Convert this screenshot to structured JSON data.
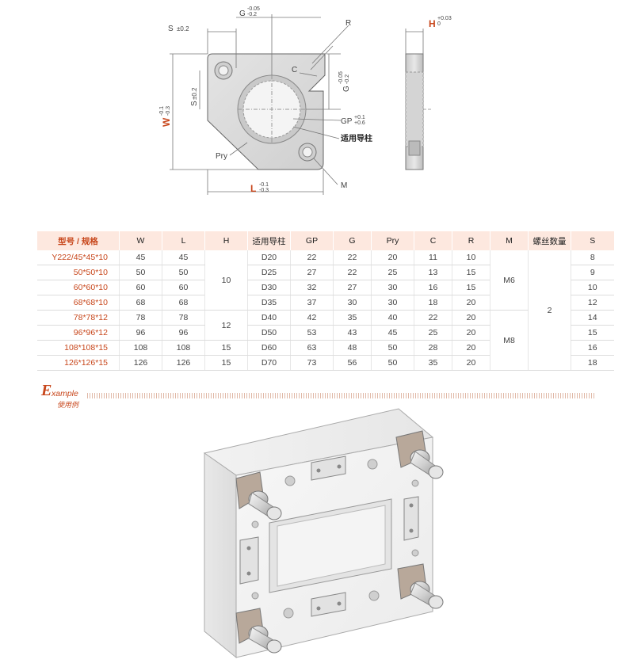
{
  "drawing": {
    "dims": {
      "s_top": "S",
      "s_top_tol": "±0.2",
      "g_top": "G",
      "g_tol_upper": "-0.05",
      "g_tol_lower": "-0.2",
      "r_label": "R",
      "c_label": "C",
      "g_side": "G",
      "g_side_tol_upper": "-0.05",
      "g_side_tol_lower": "-0.2",
      "s_side": "S",
      "s_side_tol": "±0.2",
      "w_label": "W",
      "w_tol_upper": "-0.1",
      "w_tol_lower": "-0.3",
      "gp_label": "GP",
      "gp_tol_upper": "+0.1",
      "gp_tol_lower": "+0.6",
      "guide_pillar": "适用导柱",
      "pry_label": "Pry",
      "m_label": "M",
      "l_label": "L",
      "l_tol_upper": "-0.1",
      "l_tol_lower": "-0.3",
      "h_label": "H",
      "h_tol_upper": "+0.03",
      "h_tol_lower": "0"
    }
  },
  "table": {
    "headers": [
      "型号 / 规格",
      "W",
      "L",
      "H",
      "适用导柱",
      "GP",
      "G",
      "Pry",
      "C",
      "R",
      "M",
      "螺丝数量",
      "S"
    ],
    "rows": [
      {
        "model": "Y222/45*45*10",
        "W": "45",
        "L": "45",
        "pillar": "D20",
        "GP": "22",
        "G": "22",
        "Pry": "20",
        "C": "11",
        "R": "10",
        "S": "8"
      },
      {
        "model": "50*50*10",
        "W": "50",
        "L": "50",
        "pillar": "D25",
        "GP": "27",
        "G": "22",
        "Pry": "25",
        "C": "13",
        "R": "15",
        "S": "9"
      },
      {
        "model": "60*60*10",
        "W": "60",
        "L": "60",
        "pillar": "D30",
        "GP": "32",
        "G": "27",
        "Pry": "30",
        "C": "16",
        "R": "15",
        "S": "10"
      },
      {
        "model": "68*68*10",
        "W": "68",
        "L": "68",
        "pillar": "D35",
        "GP": "37",
        "G": "30",
        "Pry": "30",
        "C": "18",
        "R": "20",
        "S": "12"
      },
      {
        "model": "78*78*12",
        "W": "78",
        "L": "78",
        "pillar": "D40",
        "GP": "42",
        "G": "35",
        "Pry": "40",
        "C": "22",
        "R": "20",
        "S": "14"
      },
      {
        "model": "96*96*12",
        "W": "96",
        "L": "96",
        "pillar": "D50",
        "GP": "53",
        "G": "43",
        "Pry": "45",
        "C": "25",
        "R": "20",
        "S": "15"
      },
      {
        "model": "108*108*15",
        "W": "108",
        "L": "108",
        "H": "15",
        "pillar": "D60",
        "GP": "63",
        "G": "48",
        "Pry": "50",
        "C": "28",
        "R": "20",
        "S": "16"
      },
      {
        "model": "126*126*15",
        "W": "126",
        "L": "126",
        "H": "15",
        "pillar": "D70",
        "GP": "73",
        "G": "56",
        "Pry": "50",
        "C": "35",
        "R": "20",
        "S": "18"
      }
    ],
    "merged": {
      "H_10": "10",
      "H_12": "12",
      "M_M6": "M6",
      "M_M8": "M8",
      "screw_count": "2"
    }
  },
  "example": {
    "e": "E",
    "rest": "xample",
    "cn": "使用例"
  },
  "colors": {
    "accent": "#c8471c",
    "header_bg": "#fde8df",
    "plate_gray": "#d9d9d9"
  }
}
